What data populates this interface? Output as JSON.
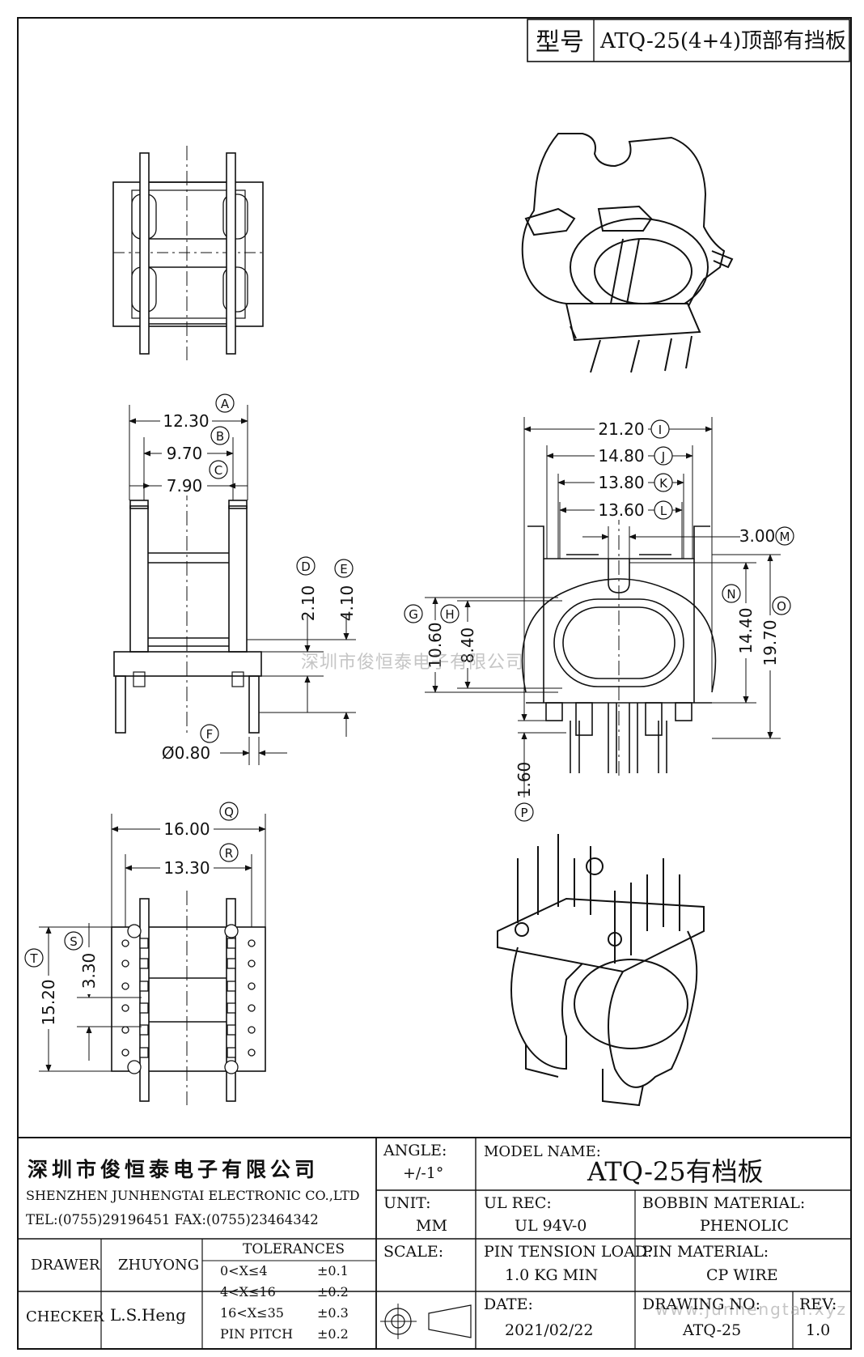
{
  "model_header": {
    "label": "型号",
    "value": "ATQ-25(4+4)顶部有挡板"
  },
  "dims": {
    "A": {
      "letter": "A",
      "value": "12.30"
    },
    "B": {
      "letter": "B",
      "value": "9.70"
    },
    "C": {
      "letter": "C",
      "value": "7.90"
    },
    "D": {
      "letter": "D",
      "value": "2.10"
    },
    "E": {
      "letter": "E",
      "value": "4.10"
    },
    "F": {
      "letter": "F",
      "value": "Ø0.80"
    },
    "G": {
      "letter": "G",
      "value": "10.60"
    },
    "H": {
      "letter": "H",
      "value": "8.40"
    },
    "I": {
      "letter": "I",
      "value": "21.20"
    },
    "J": {
      "letter": "J",
      "value": "14.80"
    },
    "K": {
      "letter": "K",
      "value": "13.80"
    },
    "L": {
      "letter": "L",
      "value": "13.60"
    },
    "M": {
      "letter": "M",
      "value": "3.00"
    },
    "N": {
      "letter": "N",
      "value": "14.40"
    },
    "O": {
      "letter": "O",
      "value": "19.70"
    },
    "P": {
      "letter": "P",
      "value": "1.60"
    },
    "Q": {
      "letter": "Q",
      "value": "16.00"
    },
    "R": {
      "letter": "R",
      "value": "13.30"
    },
    "S": {
      "letter": "S",
      "value": "3.30"
    },
    "T": {
      "letter": "T",
      "value": "15.20"
    }
  },
  "watermarks": {
    "company": "深圳市俊恒泰电子有限公司",
    "site": "www.junhengtai.xyz"
  },
  "title_block": {
    "company_cn": "深圳市俊恒泰电子有限公司",
    "company_en": "SHENZHEN JUNHENGTAI ELECTRONIC CO.,LTD",
    "contact": "TEL:(0755)29196451 FAX:(0755)23464342",
    "angle_label": "ANGLE:",
    "angle_value": "+/-1°",
    "model_name_label": "MODEL NAME:",
    "model_name_value": "ATQ-25有档板",
    "unit_label": "UNIT:",
    "unit_value": "MM",
    "ul_label": "UL REC:",
    "ul_value": "UL 94V-0",
    "bobbin_material_label": "BOBBIN MATERIAL:",
    "bobbin_material_value": "PHENOLIC",
    "drawer_label": "DRAWER",
    "drawer_value": "ZHUYONG",
    "tolerances_label": "TOLERANCES",
    "tolerances": [
      {
        "range": "0<X≤4",
        "tol": "±0.1"
      },
      {
        "range": "4<X≤16",
        "tol": "±0.2"
      },
      {
        "range": "16<X≤35",
        "tol": "±0.3"
      },
      {
        "range": "PIN PITCH",
        "tol": "±0.2"
      }
    ],
    "scale_label": "SCALE:",
    "pin_tension_label": "PIN TENSION LOAD:",
    "pin_tension_value": "1.0 KG MIN",
    "pin_material_label": "PIN MATERIAL:",
    "pin_material_value": "CP WIRE",
    "checker_label": "CHECKER",
    "checker_value": "L.S.Heng",
    "date_label": "DATE:",
    "date_value": "2021/02/22",
    "drawing_no_label": "DRAWING NO:",
    "drawing_no_value": "ATQ-25",
    "rev_label": "REV:",
    "rev_value": "1.0"
  }
}
